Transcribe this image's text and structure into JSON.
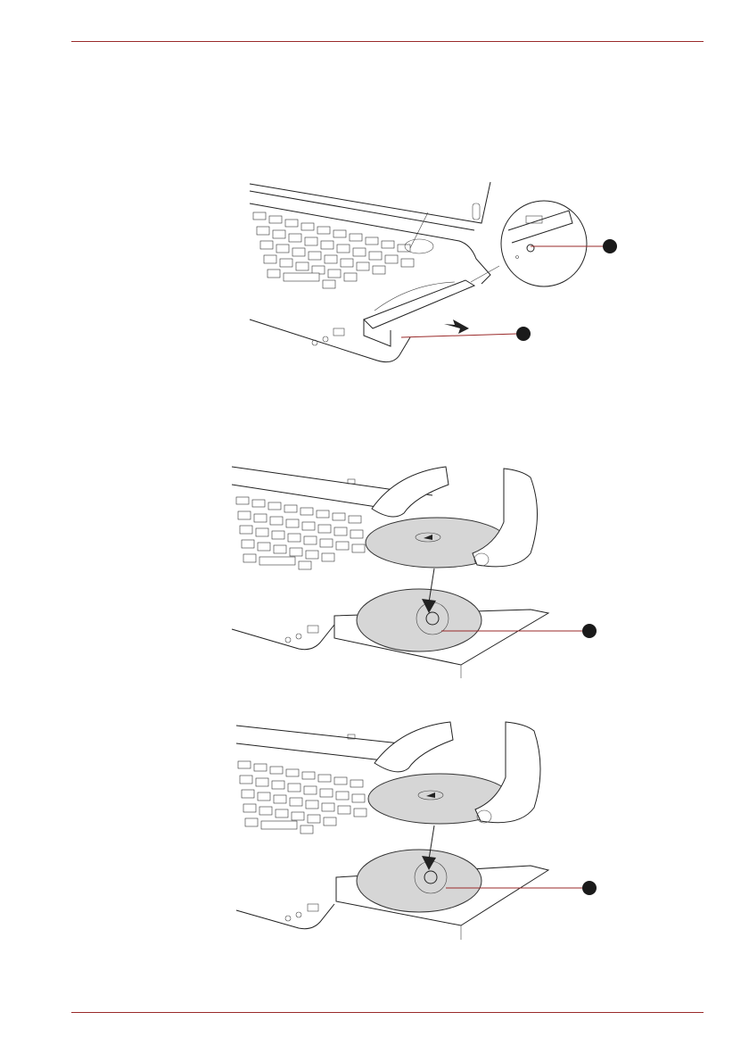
{
  "colors": {
    "rule": "#9a2a2a",
    "callout": "#9a2a2a",
    "disc": "#d6d6d6",
    "marker": "#1a1a1a"
  },
  "figures": [
    {
      "name": "eject-tray-illustration",
      "callouts": 2
    },
    {
      "name": "insert-disc-illustration",
      "callouts": 1
    },
    {
      "name": "press-disc-illustration",
      "callouts": 1
    }
  ]
}
